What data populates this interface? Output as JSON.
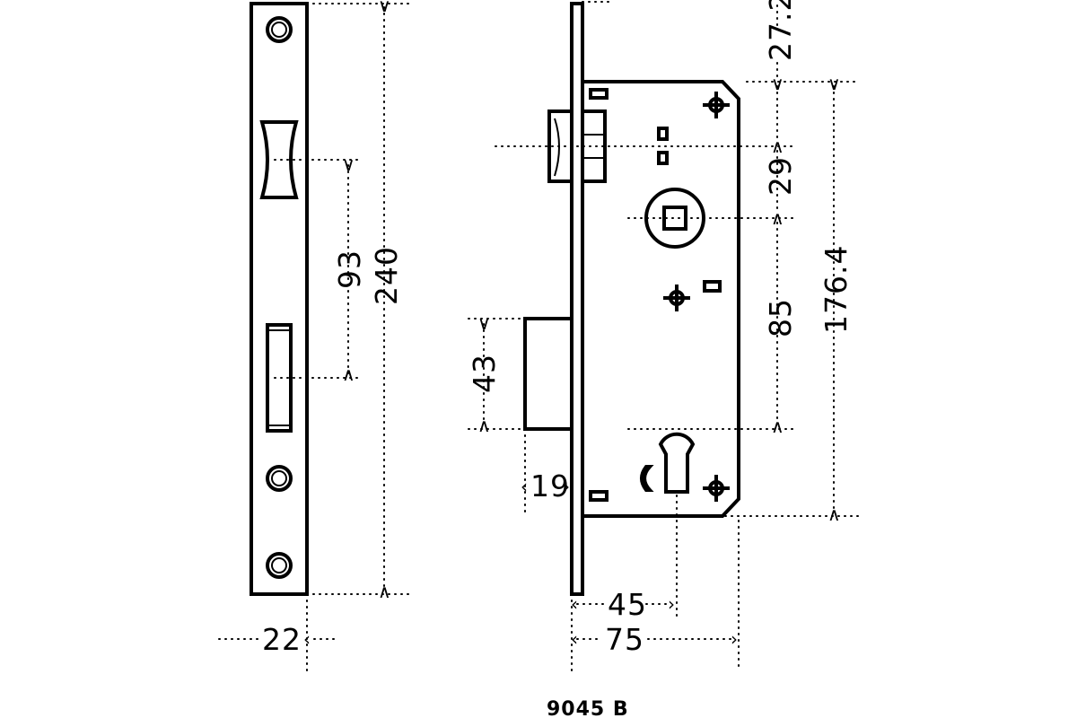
{
  "product": {
    "model": "9045 B"
  },
  "dimensions": {
    "faceplate_width": "22",
    "faceplate_length": "240",
    "follower_to_lock": "93",
    "top_offset": "27.2",
    "spindle_to_latch": "29",
    "spindle_to_cylinder": "85",
    "case_height": "176.4",
    "bolt_height": "43",
    "bolt_throw": "19",
    "backset": "45",
    "case_depth": "75"
  }
}
